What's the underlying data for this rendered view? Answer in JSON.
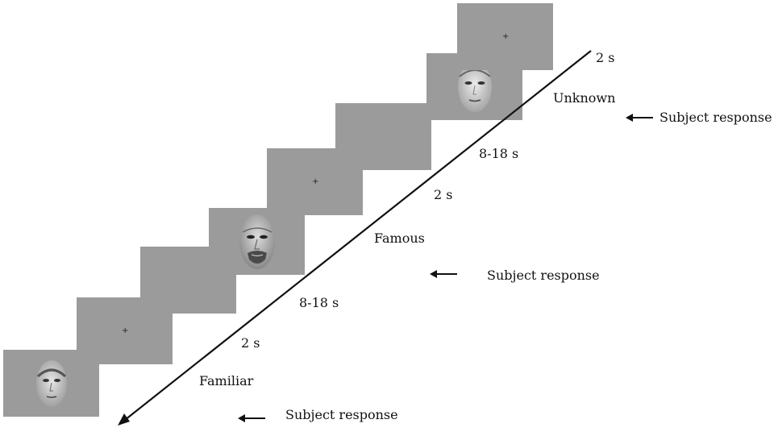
{
  "screens": [
    {
      "content": "face",
      "face_style": "young-man"
    },
    {
      "content": "fixation",
      "symbol": "+"
    },
    {
      "content": "blank"
    },
    {
      "content": "face",
      "face_style": "bearded-man"
    },
    {
      "content": "fixation",
      "symbol": "+"
    },
    {
      "content": "blank"
    },
    {
      "content": "face",
      "face_style": "young-woman"
    },
    {
      "content": "fixation",
      "symbol": "+"
    }
  ],
  "timeline": {
    "durations": [
      "2 s",
      "8-18 s",
      "2 s",
      "8-18 s",
      "2 s"
    ],
    "conditions": [
      "Familiar",
      "Famous",
      "Unknown"
    ]
  },
  "responses": [
    {
      "label": "Subject response",
      "icon": "left-arrow-icon"
    },
    {
      "label": "Subject response",
      "icon": "left-arrow-icon"
    },
    {
      "label": "Subject response",
      "icon": "left-arrow-icon"
    }
  ],
  "colors": {
    "screen": "#9b9b9b",
    "line": "#111111",
    "text": "#111111"
  }
}
